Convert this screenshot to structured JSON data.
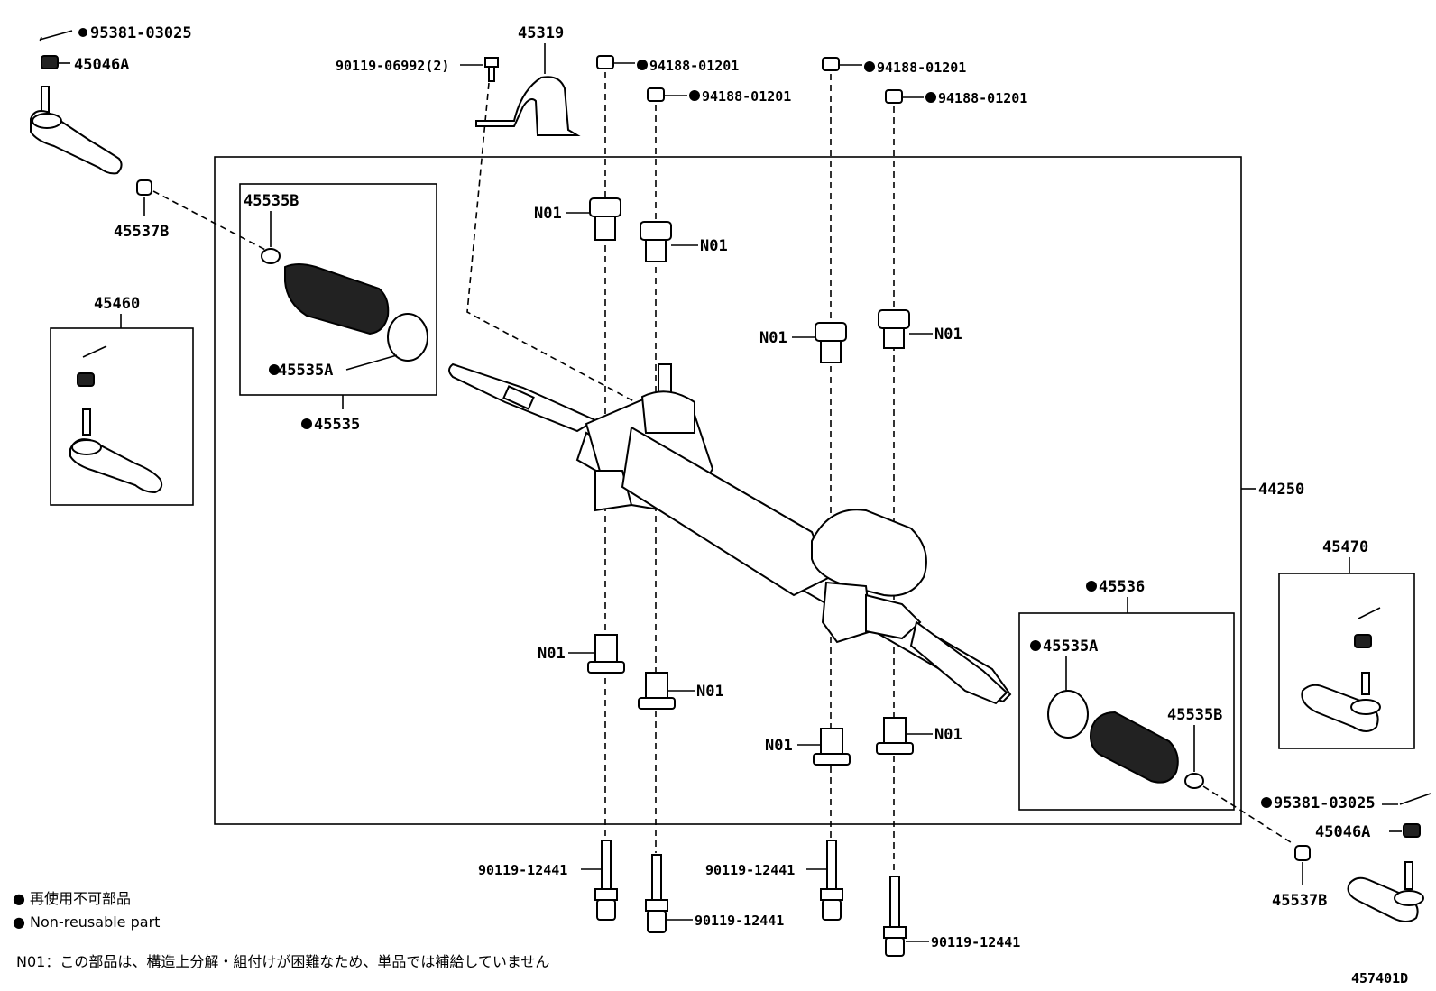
{
  "parts": {
    "p95381_tl": "95381-03025",
    "p45046A_tl": "45046A",
    "p45537B_tl": "45537B",
    "p45460": "45460",
    "p45535B_l": "45535B",
    "p45535A_l": "45535A",
    "p45535": "45535",
    "p90119_06992": "90119-06992(2)",
    "p45319": "45319",
    "p94188_a": "94188-01201",
    "p94188_b": "94188-01201",
    "p94188_c": "94188-01201",
    "p94188_d": "94188-01201",
    "p44250": "44250",
    "p45470": "45470",
    "p45536": "45536",
    "p45535A_r": "45535A",
    "p45535B_r": "45535B",
    "p95381_br": "95381-03025",
    "p45046A_br": "45046A",
    "p45537B_br": "45537B",
    "n01_1": "N01",
    "n01_2": "N01",
    "n01_3": "N01",
    "n01_4": "N01",
    "n01_5": "N01",
    "n01_6": "N01",
    "n01_7": "N01",
    "n01_8": "N01",
    "b90119_1": "90119-12441",
    "b90119_2": "90119-12441",
    "b90119_3": "90119-12441",
    "b90119_4": "90119-12441"
  },
  "legend": {
    "jp": "● 再使用不可部品",
    "en": "● Non-reusable part",
    "note": "N01：この部品は、構造上分解・組付けが困難なため、単品では補給していません",
    "diagram_id": "457401D"
  }
}
